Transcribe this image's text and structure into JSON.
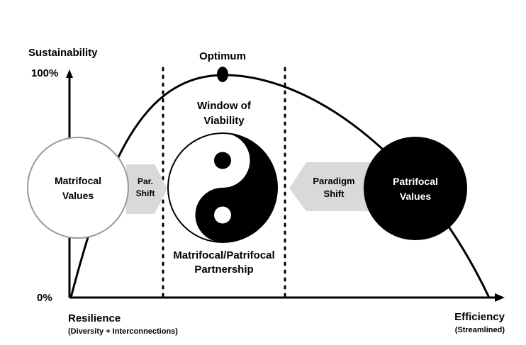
{
  "axes": {
    "y_title": "Sustainability",
    "y_max_label": "100%",
    "y_min_label": "0%",
    "x_left_title": "Resilience",
    "x_left_subtitle": "(Diversity + Interconnections)",
    "x_right_title": "Efficiency",
    "x_right_subtitle": "(Streamlined)"
  },
  "curve": {
    "peak_label": "Optimum"
  },
  "window": {
    "title_line1": "Window of",
    "title_line2": "Viability",
    "partnership_line1": "Matrifocal/Patrifocal",
    "partnership_line2": "Partnership"
  },
  "nodes": {
    "matrifocal": {
      "line1": "Matrifocal",
      "line2": "Values",
      "fill": "#ffffff"
    },
    "patrifocal": {
      "line1": "Patrifocal",
      "line2": "Values",
      "fill": "#000000"
    }
  },
  "arrows": {
    "left": {
      "line1": "Par.",
      "line2": "Shift"
    },
    "right": {
      "line1": "Paradigm",
      "line2": "Shift"
    },
    "color": "#d9d9d9"
  },
  "icons": {
    "center_symbol": "yin-yang-icon"
  }
}
